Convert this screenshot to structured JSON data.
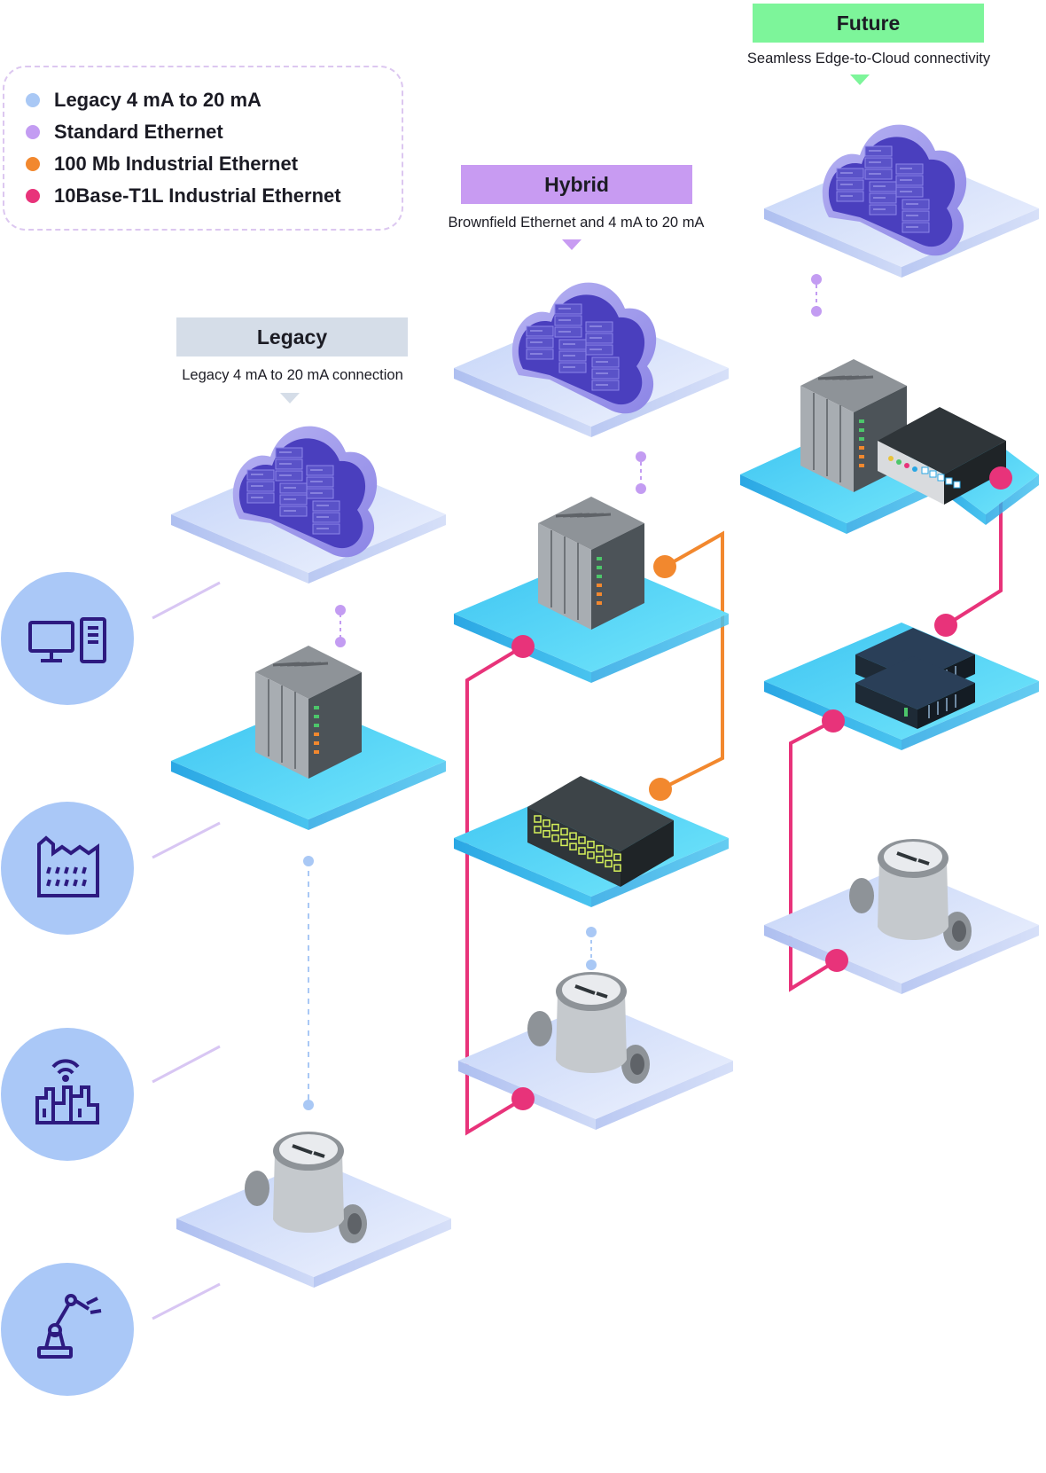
{
  "legend": {
    "items": [
      {
        "label": "Legacy 4 mA to 20 mA",
        "color": "#a9c8f5"
      },
      {
        "label": "Standard Ethernet",
        "color": "#c39cf2"
      },
      {
        "label": "100 Mb Industrial Ethernet",
        "color": "#f2882e"
      },
      {
        "label": "10Base-T1L Industrial Ethernet",
        "color": "#e8337a"
      }
    ]
  },
  "columns": [
    {
      "title": "Legacy",
      "subtitle": "Legacy 4 mA to 20 mA connection",
      "banner_color": "#d5dde8"
    },
    {
      "title": "Hybrid",
      "subtitle": "Brownfield Ethernet and 4 mA to 20 mA",
      "banner_color": "#c89bf2"
    },
    {
      "title": "Future",
      "subtitle": "Seamless Edge-to-Cloud connectivity",
      "banner_color": "#7df59a"
    }
  ],
  "side_icons": [
    "computer-icon",
    "factory-icon",
    "smart-factory-icon",
    "robot-arm-icon"
  ],
  "colors": {
    "legacy": "#a9c8f5",
    "standard": "#c39cf2",
    "industrial100": "#f2882e",
    "t1l": "#e8337a",
    "circle": "#aac8f7",
    "icon": "#2d1a80",
    "cloud": "#4a3fbe",
    "server": "#5a52c8",
    "plate_cyan": "#55d0f5",
    "plate_light": "#cad9fb"
  }
}
